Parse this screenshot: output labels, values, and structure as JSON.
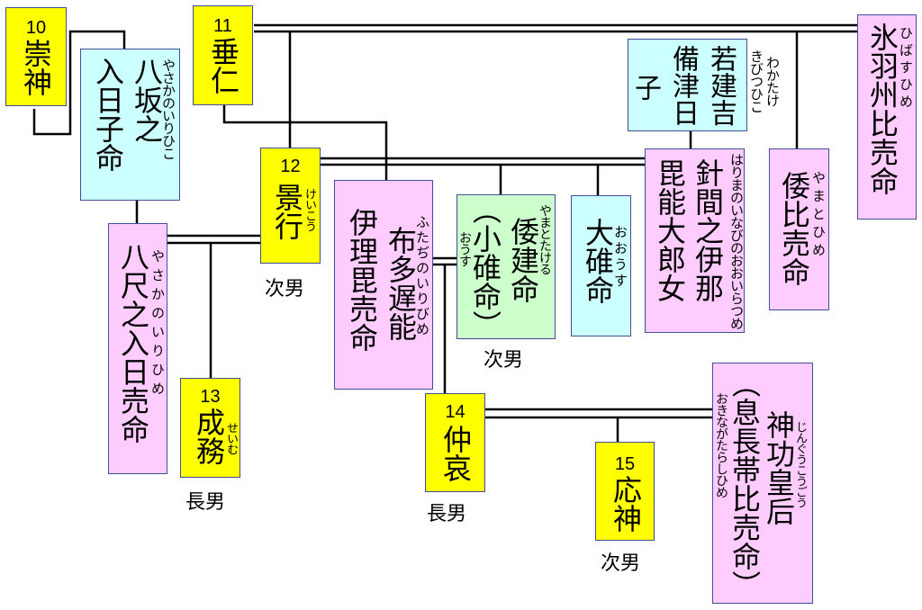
{
  "title": "Emperor family tree: Sujin to Ojin",
  "colors": {
    "emperor": "#ffff00",
    "male": "#ccffff",
    "female": "#ffccff",
    "highlight": "#ccffcc",
    "border": "#3f4f9a",
    "line": "#000000"
  },
  "nodes": {
    "sujin": {
      "number": "10",
      "name": "崇神",
      "type": "emperor"
    },
    "suinin": {
      "number": "11",
      "name": "垂仁",
      "type": "emperor"
    },
    "keiko": {
      "number": "12",
      "name": "景行",
      "ruby": "けいこう",
      "type": "emperor",
      "note": "次男"
    },
    "seimu": {
      "number": "13",
      "name": "成務",
      "ruby": "せいむ",
      "type": "emperor",
      "note": "長男"
    },
    "chuai": {
      "number": "14",
      "name": "仲哀",
      "type": "emperor",
      "note": "長男"
    },
    "ojin": {
      "number": "15",
      "name": "応神",
      "type": "emperor",
      "note": "次男"
    },
    "yasakanoirihiko": {
      "name_col1": "八坂之",
      "name_col2": "入日子命",
      "ruby": "やさかのいりひこ",
      "type": "male"
    },
    "yasakanoirihime": {
      "name": "八尺之入日売命",
      "ruby": "やさかのいりひめ",
      "type": "female"
    },
    "wakatakekibitsuhiko": {
      "name_col1": "若建吉",
      "name_col2": "備津日",
      "name_col3": "子",
      "ruby_col1": "わかたけ",
      "ruby_col2": "きびつひこ",
      "type": "male"
    },
    "hibasuhime": {
      "name": "氷羽州比売命",
      "ruby": "ひばすひめ",
      "type": "female"
    },
    "futajinoirihime": {
      "name_col1": "布多遅能",
      "name_col2": "伊理毘売命",
      "ruby": "ふたぢのいりびめ",
      "type": "female"
    },
    "yamatotakeru": {
      "name_col1": "倭建命",
      "name_col2": "（小碓命）",
      "ruby_col1": "やまとたける",
      "ruby_col2": "おうす",
      "type": "highlight",
      "note": "次男"
    },
    "ousu": {
      "name": "大碓命",
      "ruby": "おおうす",
      "type": "male"
    },
    "harimanoinabi": {
      "name_col1": "針間之伊那",
      "name_col2": "毘能大郎女",
      "ruby": "はりまのいなびのおおいらつめ",
      "type": "female"
    },
    "yamatohime": {
      "name": "倭比売命",
      "ruby": "やまとひめ",
      "type": "female"
    },
    "jingu": {
      "name_col1": "神功皇后",
      "name_col2": "（息長帯比売命）",
      "ruby_col1": "じんぐうこうごう",
      "ruby_col2": "おきながたらしひめ",
      "type": "female"
    }
  }
}
